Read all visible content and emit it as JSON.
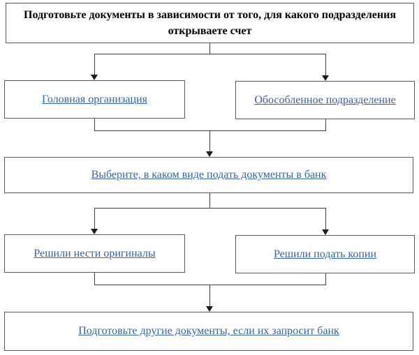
{
  "nodes": {
    "intro": "Подготовьте документы в зависимости от того, для какого подразделения открываете счет",
    "head_org": "Головная организация",
    "separate_division": "Обособленное подразделение",
    "choose_format": "Выберите, в каком виде подать документы в банк",
    "originals": "Решили нести оригиналы",
    "copies": "Решили подать копии",
    "other_documents": "Подготовьте другие документы, если их запросит банк"
  },
  "colors": {
    "link": "#35639f",
    "border": "#595959",
    "line": "#3f3f3f",
    "arrow": "#1a1a1a",
    "text": "#000000",
    "bg": "#ffffff"
  }
}
